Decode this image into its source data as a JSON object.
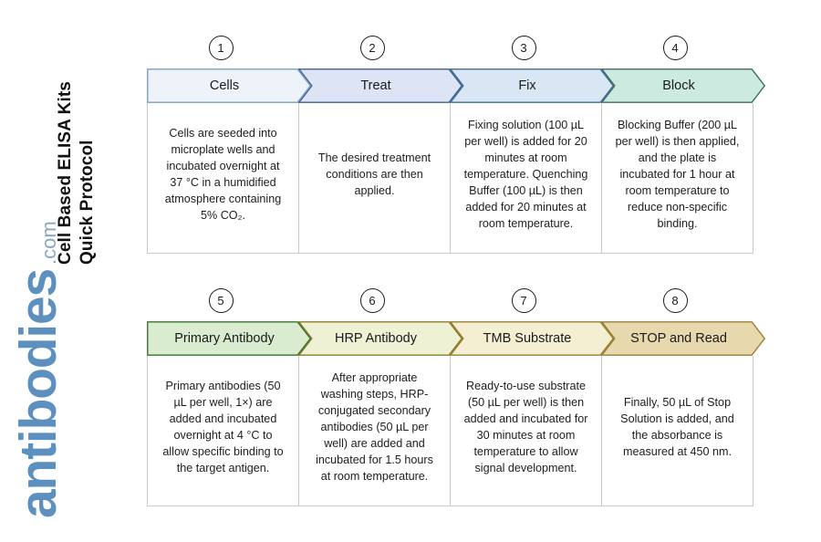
{
  "title": {
    "line1": "Cell Based ELISA Kits",
    "line2": "Quick Protocol",
    "full": "Cell Based ELISA Kits\nQuick Protocol"
  },
  "logo": {
    "name": "antibodies",
    "suffix": ".com",
    "color": "#5d8fbf"
  },
  "rows": [
    {
      "id": "row-1",
      "steps": [
        {
          "number": "1",
          "label": "Cells",
          "fill": "#eef3fa",
          "stroke": "#7b9dc4",
          "body": "Cells are seeded into microplate wells and incubated overnight at 37 °C in a humidified atmosphere containing 5% CO₂."
        },
        {
          "number": "2",
          "label": "Treat",
          "fill": "#dce4f5",
          "stroke": "#3f5f93",
          "body": "The desired treatment conditions are then applied."
        },
        {
          "number": "3",
          "label": "Fix",
          "fill": "#d9e7f5",
          "stroke": "#3f6e93",
          "body": "Fixing solution (100 µL per well) is added for 20 minutes at room temperature. Quenching Buffer (100 µL) is then added for 20 minutes at room temperature."
        },
        {
          "number": "4",
          "label": "Block",
          "fill": "#cdeae0",
          "stroke": "#3b6b66",
          "body": "Blocking Buffer (200 µL per well) is then applied, and the plate is incubated for 1 hour at room temperature to reduce non-specific binding."
        }
      ]
    },
    {
      "id": "row-2",
      "steps": [
        {
          "number": "5",
          "label": "Primary Antibody",
          "fill": "#d9ecd0",
          "stroke": "#3d7030",
          "body": "Primary antibodies (50 µL per well, 1×) are added and incubated overnight at 4 °C to allow specific binding to the target antigen."
        },
        {
          "number": "6",
          "label": "HRP Antibody",
          "fill": "#eef1d4",
          "stroke": "#8a7a2a",
          "body": "After appropriate washing steps, HRP-conjugated secondary antibodies (50 µL per well) are added and incubated for 1.5 hours at room temperature."
        },
        {
          "number": "7",
          "label": "TMB Substrate",
          "fill": "#f4eed3",
          "stroke": "#93802f",
          "body": "Ready-to-use substrate (50 µL per well) is then added and incubated for 30 minutes at room temperature to allow signal development."
        },
        {
          "number": "8",
          "label": "STOP and Read",
          "fill": "#e8d8ad",
          "stroke": "#9a7f3a",
          "body": "Finally, 50 µL of Stop Solution is added, and the absorbance is measured at 450 nm."
        }
      ]
    }
  ]
}
